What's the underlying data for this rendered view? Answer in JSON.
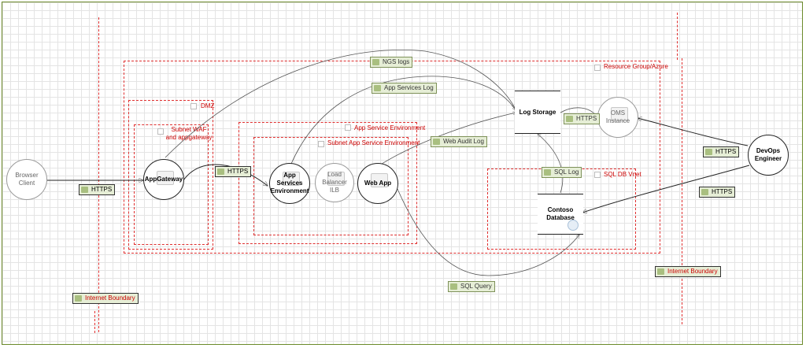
{
  "boundaries": {
    "resource_group": "Resource Group/Azure",
    "dmz": "DMZ",
    "subnet_waf": "Subnet WAF and appgateway",
    "app_service_environment": "App Service Environment",
    "subnet_app_service": "Subnet App Service Environment",
    "sql_db_vnet": "SQL DB Vnet"
  },
  "nodes": {
    "browser_client": "Browser Client",
    "app_gateway": "AppGateway",
    "app_services_environment": "App Services Environment",
    "load_balancer": "Load Balancer ILB",
    "web_app": "Web App",
    "log_storage": "Log Storage",
    "oms_instance": "OMS Instance",
    "devops_engineer": "DevOps Engineer",
    "contoso_database": "Contoso Database"
  },
  "flows": {
    "https_browser": "HTTPS",
    "https_gateway": "HTTPS",
    "ngs_logs": "NGS logs",
    "app_services_log": "App Services Log",
    "web_audit_log": "Web Audit Log",
    "https_oms": "HTTPS",
    "sql_log": "SQL Log",
    "https_devops_oms": "HTTPS",
    "https_devops_db": "HTTPS",
    "sql_query": "SQL Query",
    "internet_boundary_left": "Internet Boundary",
    "internet_boundary_right": "Internet Boundary"
  },
  "colors": {
    "boundary": "#e03030",
    "flow_fill": "#e6eed6",
    "frame": "#6b8a2a"
  }
}
